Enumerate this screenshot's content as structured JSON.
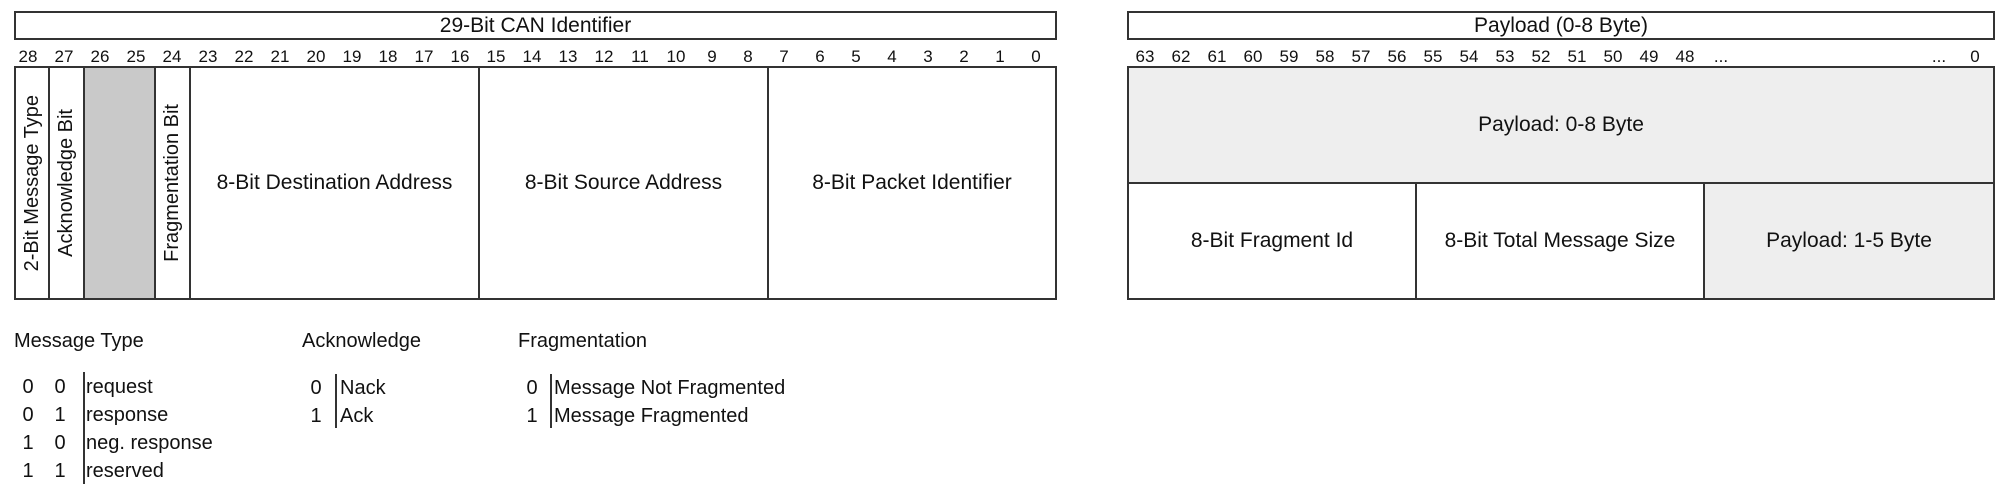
{
  "identifier": {
    "title": "29-Bit CAN Identifier",
    "bits": [
      "28",
      "27",
      "26",
      "25",
      "24",
      "23",
      "22",
      "21",
      "20",
      "19",
      "18",
      "17",
      "16",
      "15",
      "14",
      "13",
      "12",
      "11",
      "10",
      "9",
      "8",
      "7",
      "6",
      "5",
      "4",
      "3",
      "2",
      "1",
      "0"
    ],
    "fields": {
      "message_type": "2-Bit Message Type",
      "acknowledge": "Acknowledge Bit",
      "fragmentation": "Fragmentation Bit",
      "destination": "8-Bit Destination Address",
      "source": "8-Bit Source Address",
      "packet_id": "8-Bit Packet Identifier"
    }
  },
  "payload": {
    "title": "Payload (0-8 Byte)",
    "bits_left": [
      "63",
      "62",
      "61",
      "60",
      "59",
      "58",
      "57",
      "56",
      "55",
      "54",
      "53",
      "52",
      "51",
      "50",
      "49",
      "48",
      "..."
    ],
    "bits_right": [
      "...",
      "0"
    ],
    "full": "Payload: 0-8 Byte",
    "fragment_id": "8-Bit Fragment Id",
    "total_size": "8-Bit Total Message Size",
    "partial": "Payload: 1-5 Byte"
  },
  "legend": {
    "message_type": {
      "title": "Message Type",
      "rows": [
        {
          "a": "0",
          "b": "0",
          "label": "request"
        },
        {
          "a": "0",
          "b": "1",
          "label": "response"
        },
        {
          "a": "1",
          "b": "0",
          "label": "neg. response"
        },
        {
          "a": "1",
          "b": "1",
          "label": "reserved"
        }
      ]
    },
    "acknowledge": {
      "title": "Acknowledge",
      "rows": [
        {
          "a": "0",
          "label": "Nack"
        },
        {
          "a": "1",
          "label": "Ack"
        }
      ]
    },
    "fragmentation": {
      "title": "Fragmentation",
      "rows": [
        {
          "a": "0",
          "label": "Message Not Fragmented"
        },
        {
          "a": "1",
          "label": "Message Fragmented"
        }
      ]
    }
  },
  "colors": {
    "reserved_fill": "#c9c9c9",
    "payload_fill": "#eeeeee",
    "line": "#333333"
  }
}
